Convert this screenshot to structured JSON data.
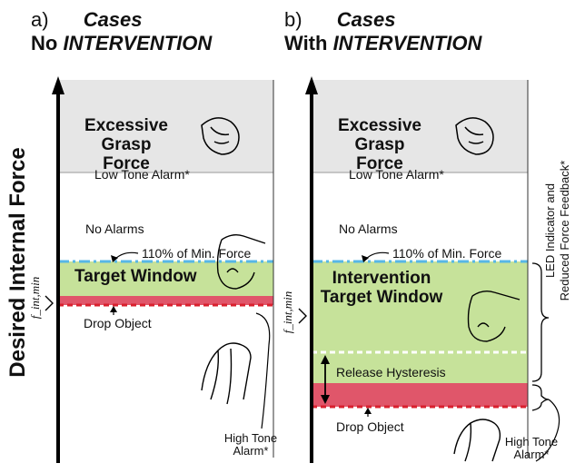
{
  "y_axis_label": "Desired Internal Force",
  "panels": [
    {
      "letter": "a)",
      "title_top": "Cases",
      "title_prefix": "No ",
      "title_emph": "INTERVENTION",
      "excessive_line1": "Excessive",
      "excessive_line2": "Grasp Force",
      "low_tone": "Low Tone Alarm*",
      "no_alarms": "No Alarms",
      "min_force_110": "110% of Min. Force",
      "target_window": "Target Window",
      "drop_object": "Drop Object",
      "high_tone_line1": "High Tone",
      "high_tone_line2": "Alarm*",
      "fmin_label": "f_int,min"
    },
    {
      "letter": "b)",
      "title_top": "Cases",
      "title_prefix": "With ",
      "title_emph": "INTERVENTION",
      "excessive_line1": "Excessive",
      "excessive_line2": "Grasp Force",
      "low_tone": "Low Tone Alarm*",
      "no_alarms": "No Alarms",
      "min_force_110": "110% of Min. Force",
      "target_line1": "Intervention",
      "target_line2": "Target Window",
      "release": "Release Hysteresis",
      "drop_object": "Drop Object",
      "high_tone_line1": "High Tone",
      "high_tone_line2": "Alarm*",
      "fmin_label": "f_int,min"
    }
  ],
  "side_note_line1": "LED Indicator and",
  "side_note_line2": "Reduced Force Feedback*",
  "colors": {
    "excessive_bg": "#e6e6e6",
    "target_bg": "#c6e29a",
    "drop_band": "#e0566a",
    "dashed_blue": "#57b7e6",
    "dashed_red": "#d9202e"
  }
}
